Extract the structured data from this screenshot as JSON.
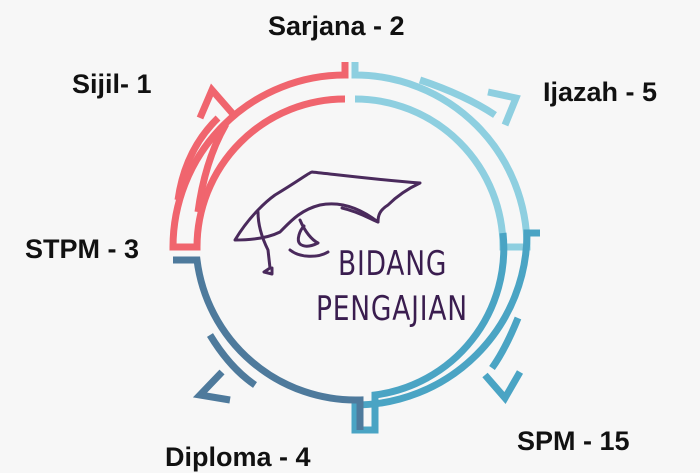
{
  "center": {
    "line1": "BIDANG",
    "line2": "PENGAJIAN"
  },
  "labels": {
    "sarjana": "Sarjana - 2",
    "ijazah": "Ijazah - 5",
    "spm": "SPM - 15",
    "diploma": "Diploma - 4",
    "stpm": "STPM - 3",
    "sijil": "Sijil- 1"
  },
  "colors": {
    "red_arc": "#f0656e",
    "light_blue_arc": "#8ecfe0",
    "teal_arc": "#4aa4c4",
    "slate_arc": "#4e7a9c",
    "cap_ink": "#4a2a5c",
    "text": "#111111",
    "background": "#f7f7f7"
  },
  "icons": [
    "graduation-cap-icon"
  ]
}
